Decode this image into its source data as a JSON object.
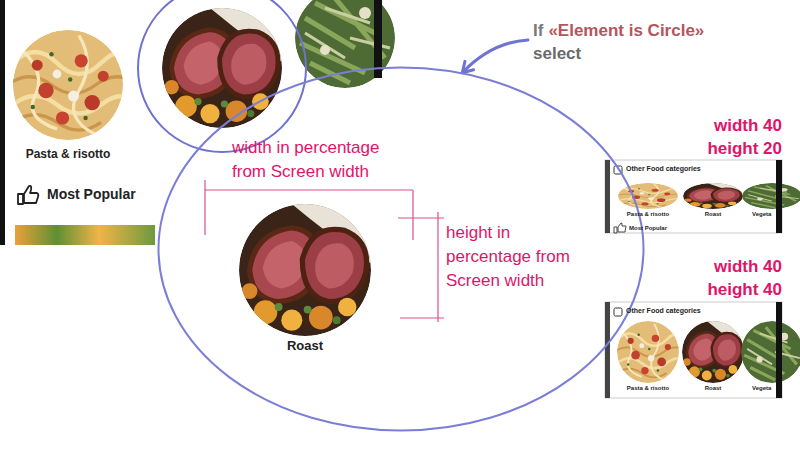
{
  "diagram": {
    "nodes": [
      {
        "text": [
          "width in percentage from Screen width",
          "height in percentage from Screen width"
        ]
      },
      {
        "text": [
          "Roast"
        ],
        "in": 0
      },
      {
        "text": [
          "Pasta & risotto"
        ]
      }
    ],
    "labels": [
      "Most Popular",
      "If",
      "«Element is Circle»",
      "select",
      "width 40",
      "height 20",
      "Other Food categories",
      "Pasta & risotto",
      "Roast",
      "Vegeta",
      "Most Popular",
      "width 40",
      "height 40",
      "Other Food categories",
      "Pasta & risotto",
      "Roast",
      "Vegeta"
    ]
  }
}
